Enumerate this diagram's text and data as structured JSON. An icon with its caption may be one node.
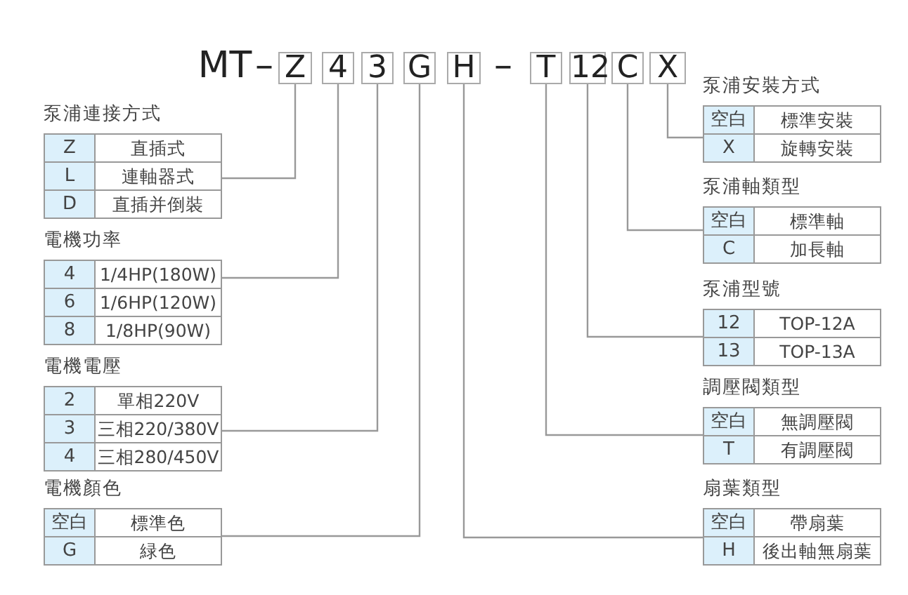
{
  "diagram": {
    "nodes": [
      {
        "text": [
          "Z"
        ]
      },
      {
        "text": [
          "4"
        ]
      },
      {
        "text": [
          "3"
        ]
      },
      {
        "text": [
          "G"
        ]
      },
      {
        "text": [
          "H"
        ]
      },
      {
        "text": [
          "T"
        ]
      },
      {
        "text": [
          "12"
        ]
      },
      {
        "text": [
          "C"
        ]
      },
      {
        "text": [
          "X"
        ]
      },
      {
        "text": [
          "泵浦連接方式",
          "Z",
          "直插式",
          "L",
          "連軸器式",
          "D",
          "直插并倒裝"
        ]
      },
      {
        "text": [
          "電機功率",
          "4",
          "1/4HP(180W)",
          "6",
          "1/6HP(120W)",
          "8",
          "1/8HP(90W)"
        ]
      },
      {
        "text": [
          "電機電壓",
          "2",
          "單相220V",
          "3",
          "三相220/380V",
          "4",
          "三相280/450V"
        ]
      },
      {
        "text": [
          "電機顏色",
          "空白",
          "標準色",
          "G",
          "緑色"
        ]
      },
      {
        "text": [
          "泵浦安裝方式",
          "空白",
          "標準安裝",
          "X",
          "旋轉安裝"
        ]
      },
      {
        "text": [
          "泵浦軸類型",
          "空白",
          "標準軸",
          "C",
          "加長軸"
        ]
      },
      {
        "text": [
          "泵浦型號",
          "12",
          "TOP-12A",
          "13",
          "TOP-13A"
        ]
      },
      {
        "text": [
          "調壓閥類型",
          "空白",
          "無調壓閥",
          "T",
          "有調壓閥"
        ]
      },
      {
        "text": [
          "扇葉類型",
          "空白",
          "帶扇葉",
          "H",
          "後出軸無扇葉"
        ]
      }
    ],
    "edges": [
      {
        "from": 0,
        "to": 9,
        "arrow": "none"
      },
      {
        "from": 1,
        "to": 10,
        "arrow": "none"
      },
      {
        "from": 2,
        "to": 11,
        "arrow": "none"
      },
      {
        "from": 3,
        "to": 12,
        "arrow": "none"
      },
      {
        "from": 4,
        "to": 17,
        "arrow": "none"
      },
      {
        "from": 5,
        "to": 16,
        "arrow": "none"
      },
      {
        "from": 6,
        "to": 15,
        "arrow": "none"
      },
      {
        "from": 7,
        "to": 14,
        "arrow": "none"
      },
      {
        "from": 8,
        "to": 13,
        "arrow": "none"
      }
    ],
    "labels": [
      "MT",
      "–",
      "–"
    ]
  }
}
